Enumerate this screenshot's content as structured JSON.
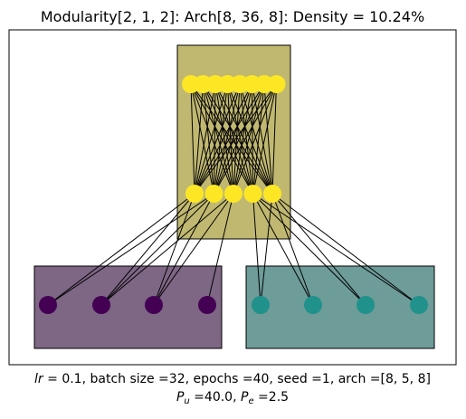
{
  "title": "Modularity[2, 1, 2]: Arch[8, 36, 8]: Density = 10.24%",
  "caption": {
    "line1": {
      "lr_symbol": "lr",
      "lr_text": " =  0.1, batch size =32, epochs =40, seed =1, arch =[8, 5, 8]"
    },
    "line2": {
      "pu_symbol": "P",
      "pu_sub": "u",
      "pu_text": " =40.0, ",
      "pe_symbol": "P",
      "pe_sub": "e",
      "pe_text": " =2.5"
    }
  },
  "colors": {
    "top_module_fill": "#c0b870",
    "left_module_fill": "#7e6685",
    "right_module_fill": "#6e9c98",
    "yellow_node": "#fde725",
    "purple_node": "#440154",
    "teal_node": "#21918c",
    "edge": "#000000"
  },
  "network": {
    "layers": [
      {
        "name": "top",
        "size": 8
      },
      {
        "name": "middle",
        "size": 5
      },
      {
        "name": "bottom_left",
        "size": 4
      },
      {
        "name": "bottom_right",
        "size": 4
      }
    ],
    "edges_top_middle": "all",
    "edges_middle_bottom": [
      [
        0,
        0
      ],
      [
        0,
        1
      ],
      [
        0,
        2
      ],
      [
        1,
        0
      ],
      [
        1,
        1
      ],
      [
        1,
        2
      ],
      [
        2,
        1
      ],
      [
        2,
        2
      ],
      [
        2,
        3
      ],
      [
        3,
        4
      ],
      [
        3,
        5
      ],
      [
        3,
        6
      ],
      [
        3,
        7
      ],
      [
        4,
        4
      ],
      [
        4,
        5
      ],
      [
        4,
        6
      ],
      [
        4,
        7
      ]
    ]
  }
}
